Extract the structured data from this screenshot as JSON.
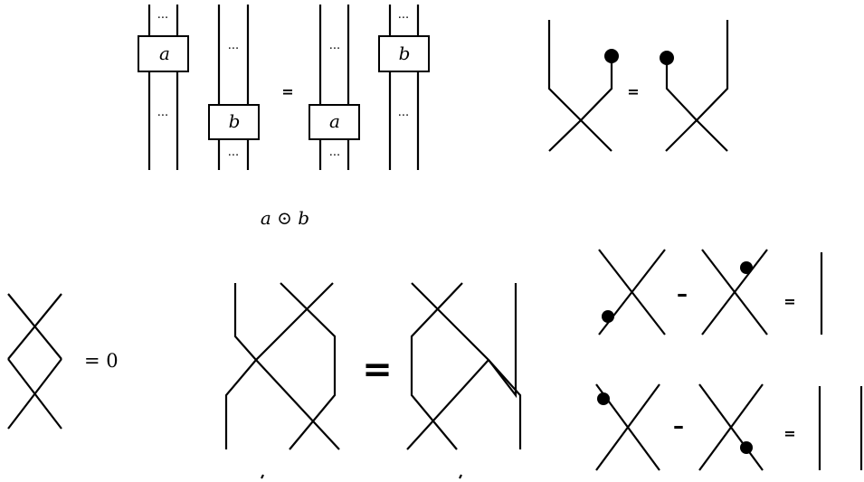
{
  "top_left": {
    "box_labels": [
      "a",
      "b",
      "a",
      "b"
    ],
    "ellipsis": "···",
    "equals": "=",
    "caption": "a ⊙ b"
  },
  "top_right": {
    "equals": "="
  },
  "bottom_left": {
    "relation": "= 0"
  },
  "bottom_middle": {
    "equals": "="
  },
  "bottom_right": {
    "minus": "–",
    "equals": "="
  }
}
